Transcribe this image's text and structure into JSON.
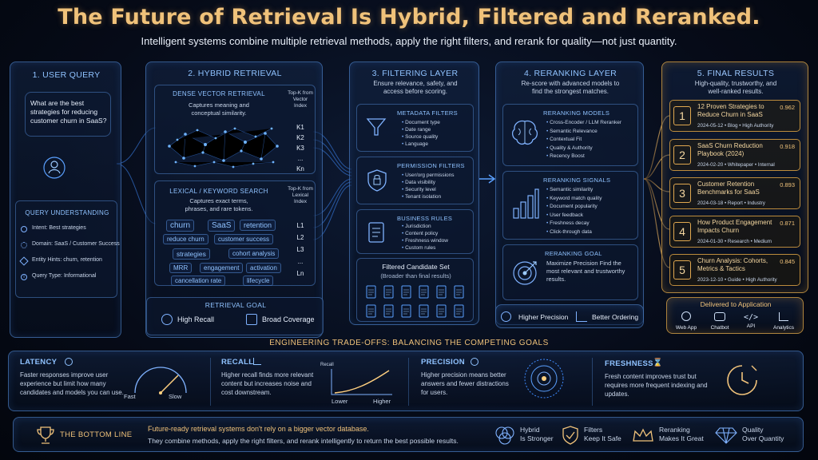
{
  "header": {
    "title": "The Future of Retrieval Is Hybrid, Filtered and Reranked.",
    "subtitle": "Intelligent systems combine multiple retrieval methods, apply the right filters, and rerank for quality—not just quantity."
  },
  "user_query": {
    "title": "1. USER QUERY",
    "question": "What are the best strategies for reducing customer churn in SaaS?",
    "understanding_title": "QUERY UNDERSTANDING",
    "items": [
      {
        "label": "Intent: Best strategies",
        "icon": "target-icon"
      },
      {
        "label": "Domain: SaaS / Customer Success",
        "icon": "gear-icon"
      },
      {
        "label": "Entity Hints: churn, retention",
        "icon": "tag-icon"
      },
      {
        "label": "Query Type: Informational",
        "icon": "info-icon"
      }
    ]
  },
  "hybrid": {
    "title": "2. HYBRID RETRIEVAL",
    "dense_title": "DENSE VECTOR RETRIEVAL",
    "dense_desc": "Captures meaning and conceptual similarity.",
    "dense_topk_label": "Top-K from Vector Index",
    "dense_k": [
      "K1",
      "K2",
      "K3",
      "...",
      "Kn"
    ],
    "lexical_title": "LEXICAL / KEYWORD SEARCH",
    "lexical_desc": "Captures exact terms, phrases, and rare tokens.",
    "lexical_topk_label": "Top-K from Lexical Index",
    "lexical_l": [
      "L1",
      "L2",
      "L3",
      "...",
      "Ln"
    ],
    "keywords": [
      "churn",
      "SaaS",
      "retention",
      "reduce churn",
      "customer success",
      "strategies",
      "cohort analysis",
      "MRR",
      "engagement",
      "activation",
      "cancellation rate",
      "lifecycle"
    ],
    "goal_title": "RETRIEVAL GOAL",
    "goal_items": [
      "High Recall",
      "Broad Coverage"
    ]
  },
  "filtering": {
    "title": "3. FILTERING LAYER",
    "desc": "Ensure relevance, safety, and access before scoring.",
    "metadata_title": "METADATA FILTERS",
    "metadata_items": [
      "Document type",
      "Date range",
      "Source quality",
      "Language"
    ],
    "permission_title": "PERMISSION FILTERS",
    "permission_items": [
      "User/org permissions",
      "Data visibility",
      "Security level",
      "Tenant isolation"
    ],
    "rules_title": "BUSINESS RULES",
    "rules_items": [
      "Jurisdiction",
      "Content policy",
      "Freshness window",
      "Custom rules"
    ],
    "candidate_title": "Filtered Candidate Set",
    "candidate_desc": "(Broader than final results)"
  },
  "reranking": {
    "title": "4. RERANKING LAYER",
    "desc": "Re-score with advanced models to find the strongest matches.",
    "models_title": "RERANKING MODELS",
    "models_items": [
      "Cross-Encoder / LLM Reranker",
      "Semantic Relevance",
      "Contextual Fit",
      "Quality & Authority",
      "Recency Boost"
    ],
    "signals_title": "RERANKING SIGNALS",
    "signals_items": [
      "Semantic similarity",
      "Keyword match quality",
      "Document popularity",
      "User feedback",
      "Freshness decay",
      "Click-through data"
    ],
    "goal_title": "RERANKING GOAL",
    "goal_desc": "Maximize Precision Find the most relevant and trustworthy results.",
    "bottom_items": [
      "Higher Precision",
      "Better Ordering"
    ]
  },
  "results": {
    "title": "5. FINAL RESULTS",
    "desc": "High-quality, trustworthy, and well-ranked results.",
    "items": [
      {
        "rank": "1",
        "title": "12 Proven Strategies to Reduce Churn in SaaS",
        "score": "0.962",
        "meta": "2024-05-12  •  Blog  •  High Authority"
      },
      {
        "rank": "2",
        "title": "SaaS Churn Reduction Playbook (2024)",
        "score": "0.918",
        "meta": "2024-02-20  •  Whitepaper  •  Internal"
      },
      {
        "rank": "3",
        "title": "Customer Retention Benchmarks for SaaS",
        "score": "0.893",
        "meta": "2024-03-18  •  Report  •  Industry"
      },
      {
        "rank": "4",
        "title": "How Product Engagement Impacts Churn",
        "score": "0.871",
        "meta": "2024-01-30  •  Research  •  Medium"
      },
      {
        "rank": "5",
        "title": "Churn Analysis: Cohorts, Metrics & Tactics",
        "score": "0.845",
        "meta": "2023-12-10  •  Guide  •  High Authority"
      }
    ],
    "delivered_title": "Delivered to Application",
    "delivered_items": [
      "Web App",
      "Chatbot",
      "API",
      "Analytics"
    ]
  },
  "tradeoffs": {
    "title": "ENGINEERING TRADE-OFFS: BALANCING THE COMPETING GOALS",
    "latency_title": "LATENCY",
    "latency_text": "Faster responses improve user experience but limit how many candidates and models you can use.",
    "latency_fast": "Fast",
    "latency_slow": "Slow",
    "recall_title": "RECALL",
    "recall_text": "Higher recall finds more relevant content but increases noise and cost downstream.",
    "recall_axis": "Recall",
    "recall_lower": "Lower",
    "recall_higher": "Higher",
    "precision_title": "PRECISION",
    "precision_text": "Higher precision means better answers and fewer distractions for users.",
    "freshness_title": "FRESHNESS",
    "freshness_text": "Fresh content improves trust but requires more frequent indexing and updates."
  },
  "bottom_line": {
    "title": "THE BOTTOM LINE",
    "line1": "Future-ready retrieval systems don't rely on a bigger vector database.",
    "line2": "They combine methods, apply the right filters, and rerank intelligently to return the best possible results.",
    "items": [
      {
        "top": "Hybrid",
        "bottom": "Is Stronger"
      },
      {
        "top": "Filters",
        "bottom": "Keep It Safe"
      },
      {
        "top": "Reranking",
        "bottom": "Makes It Great"
      },
      {
        "top": "Quality",
        "bottom": "Over Quantity"
      }
    ]
  },
  "colors": {
    "accent_blue": "#5aa0ff",
    "accent_gold": "#f0c27a",
    "background": "#060b18"
  }
}
